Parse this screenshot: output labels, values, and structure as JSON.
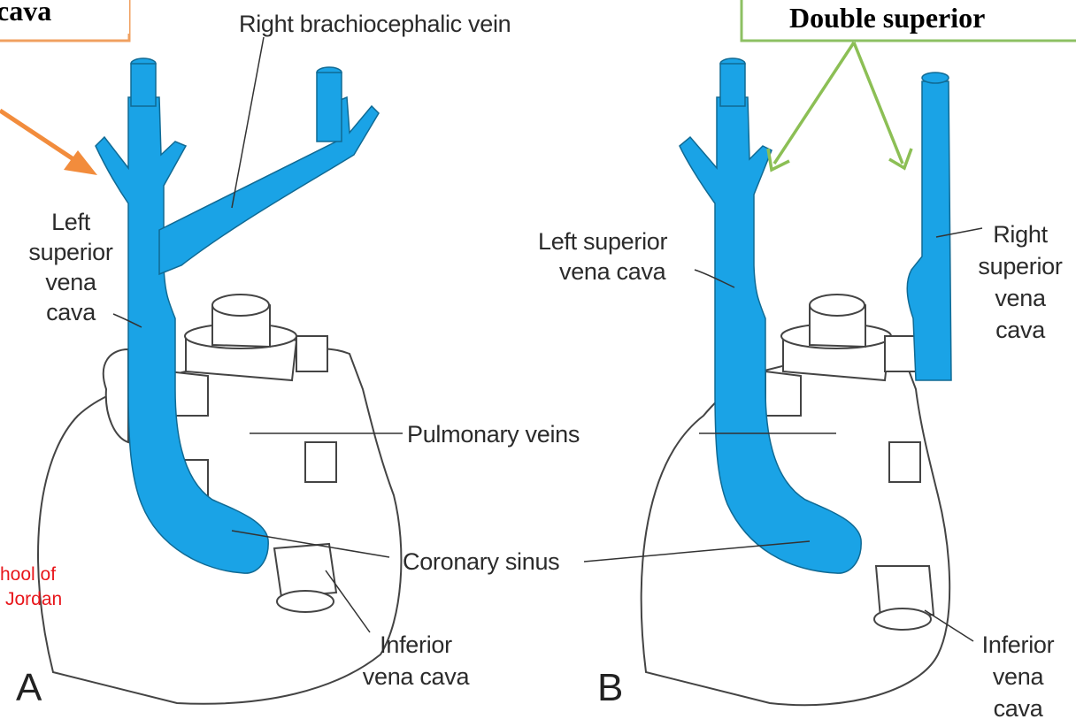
{
  "boxes": {
    "left_box_text": "cava",
    "right_box_text": "Double superior"
  },
  "labels": {
    "right_brachiocephalic_vein": "Right brachiocephalic vein",
    "a_left_sup_line1": "Left",
    "a_left_sup_line2": "superior",
    "a_left_sup_line3": "vena",
    "a_left_sup_line4": "cava",
    "pulmonary_veins": "Pulmonary veins",
    "coronary_sinus": "Coronary sinus",
    "a_inferior_line1": "Inferior",
    "a_inferior_line2": "vena cava",
    "b_left_sup_line1": "Left superior",
    "b_left_sup_line2": "vena cava",
    "b_right_sup_line1": "Right",
    "b_right_sup_line2": "superior",
    "b_right_sup_line3": "vena",
    "b_right_sup_line4": "cava",
    "b_inferior_line1": "Inferior",
    "b_inferior_line2": "vena",
    "b_inferior_line3": "cava"
  },
  "panels": {
    "a": "A",
    "b": "B"
  },
  "watermark": {
    "line1": "hool of",
    "line2": "Jordan"
  },
  "colors": {
    "vein_blue": "#1aa3e6",
    "orange_box": "#f0a060",
    "orange_arrow": "#f28c3c",
    "green_box": "#8dc063",
    "green_arrow": "#8cbf55",
    "watermark_red": "#e8161b"
  }
}
